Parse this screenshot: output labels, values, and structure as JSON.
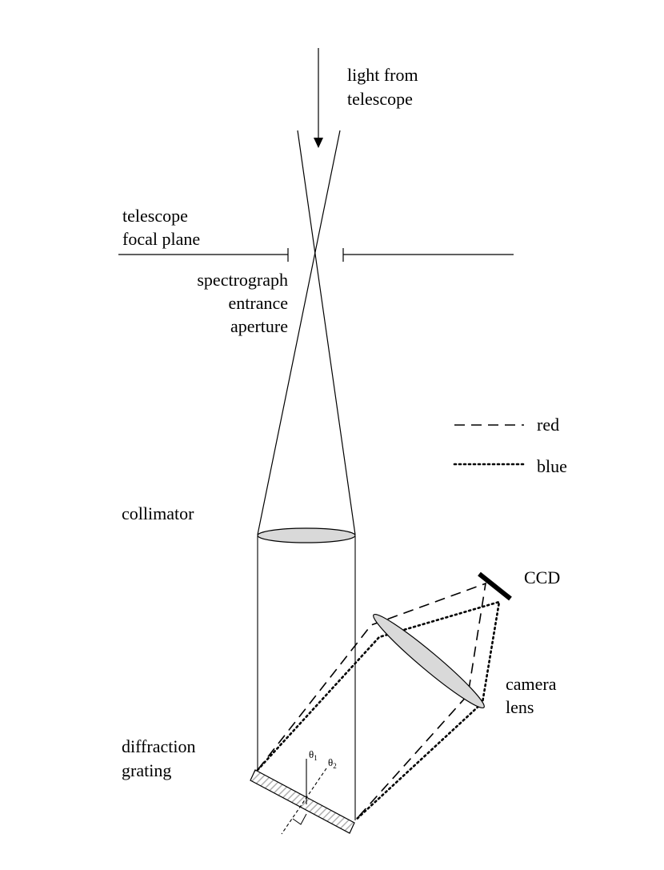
{
  "labels": {
    "light_line1": "light from",
    "light_line2": "telescope",
    "focal_line1": "telescope",
    "focal_line2": "focal plane",
    "aperture_line1": "spectrograph",
    "aperture_line2": "entrance",
    "aperture_line3": "aperture",
    "collimator": "collimator",
    "ccd": "CCD",
    "camera_line1": "camera",
    "camera_line2": "lens",
    "grating_line1": "diffraction",
    "grating_line2": "grating",
    "theta1": "θ",
    "theta1_sub": "1",
    "theta2": "θ",
    "theta2_sub": "2"
  },
  "legend": [
    {
      "label": "red",
      "style": "dashed"
    },
    {
      "label": "blue",
      "style": "dotted"
    }
  ],
  "colors": {
    "line": "#000000",
    "lens_fill": "#d9d9d9",
    "grating_hatch": "#b0b0b0"
  }
}
